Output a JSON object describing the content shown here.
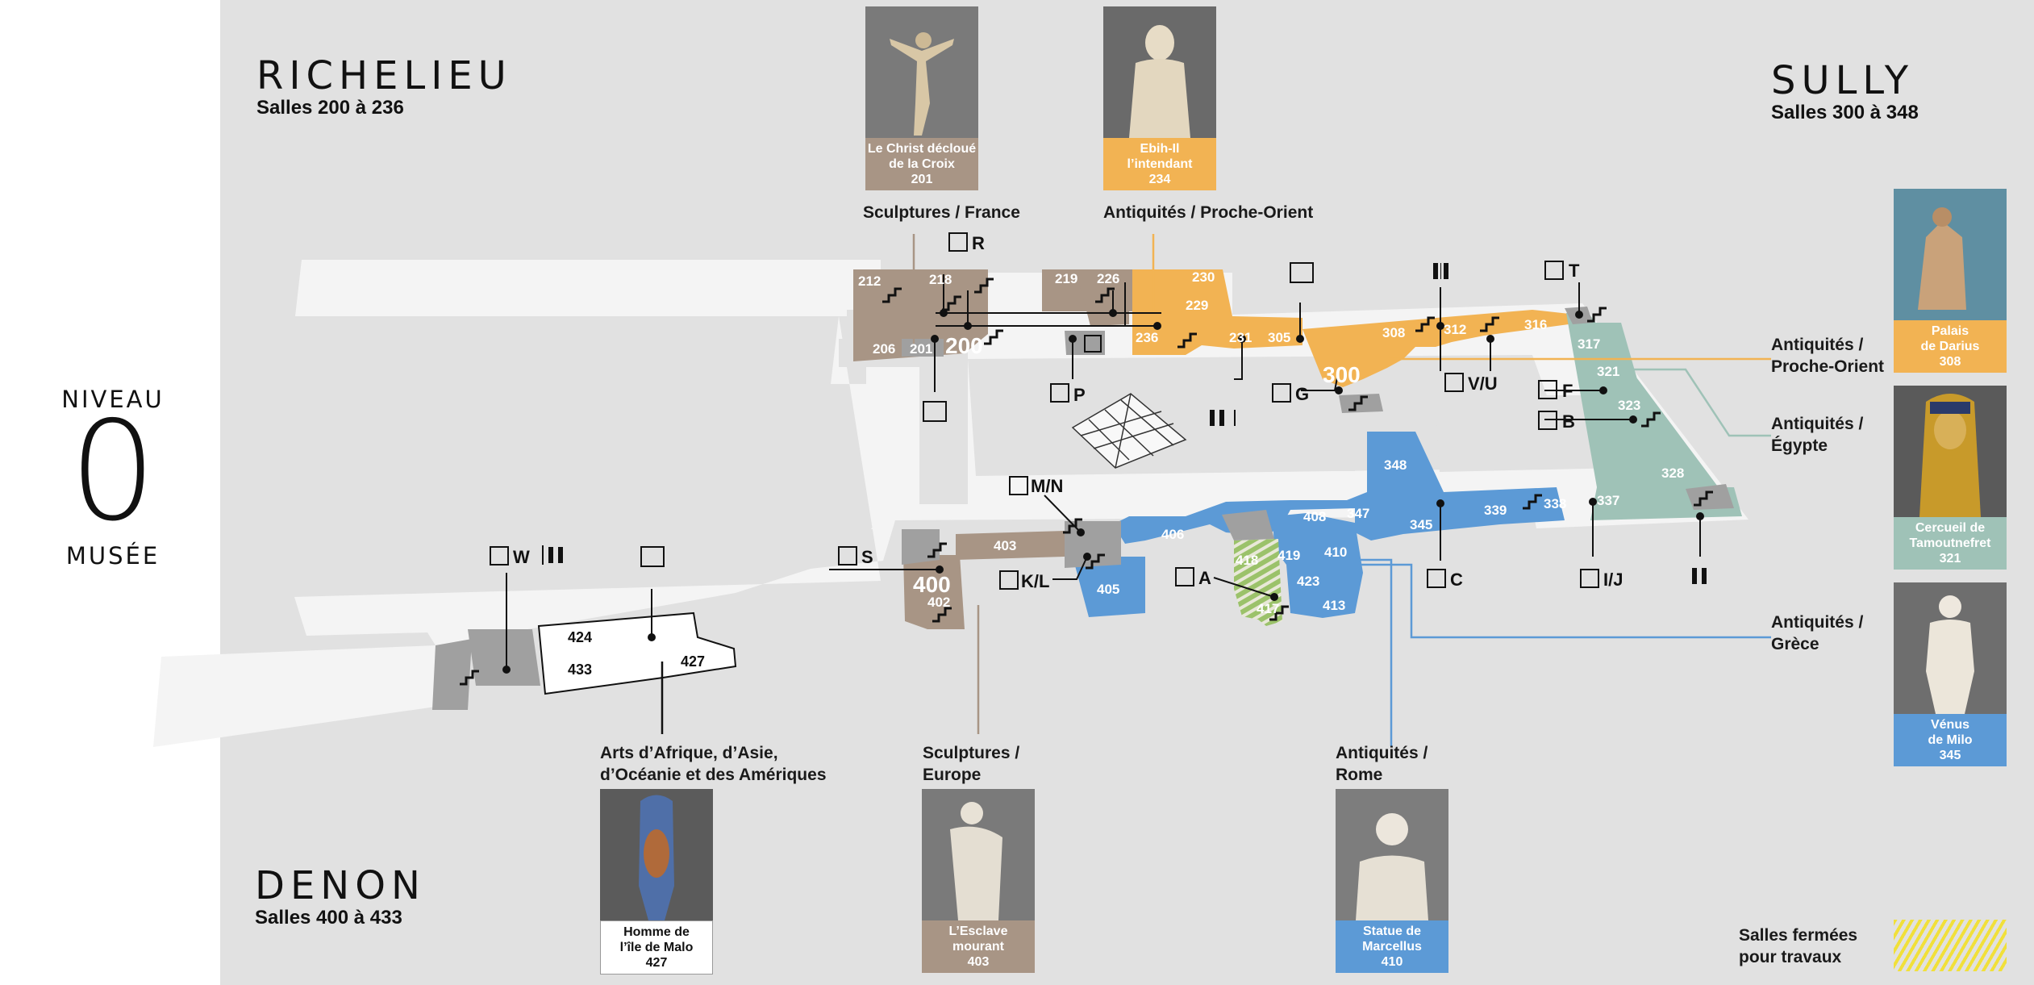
{
  "level": {
    "top": "NIVEAU",
    "number": "0",
    "bottom": "MUSÉE"
  },
  "wings": {
    "richelieu": {
      "name": "RICHELIEU",
      "rooms": "Salles 200 à 236"
    },
    "sully": {
      "name": "SULLY",
      "rooms": "Salles 300 à 348"
    },
    "denon": {
      "name": "DENON",
      "rooms": "Salles 400 à 433"
    }
  },
  "collections": {
    "sculptures_france": "Sculptures / France",
    "antiquites_proche_orient_top": "Antiquités / Proche-Orient",
    "antiquites_proche_orient": [
      "Antiquités /",
      "Proche-Orient"
    ],
    "antiquites_egypte": [
      "Antiquités /",
      "Égypte"
    ],
    "antiquites_grece": [
      "Antiquités /",
      "Grèce"
    ],
    "arts_afrique": [
      "Arts d’Afrique, d’Asie,",
      "d’Océanie et des Amériques"
    ],
    "sculptures_europe": [
      "Sculptures /",
      "Europe"
    ],
    "antiquites_rome": [
      "Antiquités /",
      "Rome"
    ]
  },
  "artworks": [
    {
      "id": "christ",
      "lines": [
        "Le Christ décloué",
        "de la Croix"
      ],
      "room": "201",
      "color": "#a89585"
    },
    {
      "id": "ebih",
      "lines": [
        "Ebih-Il",
        "l’intendant"
      ],
      "room": "234",
      "color": "#f2b353"
    },
    {
      "id": "darius",
      "lines": [
        "Palais",
        "de Darius"
      ],
      "room": "308",
      "color": "#f2b353"
    },
    {
      "id": "tamoutnefret",
      "lines": [
        "Cercueil de",
        "Tamoutnefret"
      ],
      "room": "321",
      "color": "#9fc2b7"
    },
    {
      "id": "venus",
      "lines": [
        "Vénus",
        "de Milo"
      ],
      "room": "345",
      "color": "#5c9ad6"
    },
    {
      "id": "malo",
      "lines": [
        "Homme de",
        "l’île de Malo"
      ],
      "room": "427",
      "color": "#ffffff"
    },
    {
      "id": "esclave",
      "lines": [
        "L’Esclave",
        "mourant"
      ],
      "room": "403",
      "color": "#a89585"
    },
    {
      "id": "marcellus",
      "lines": [
        "Statue de",
        "Marcellus"
      ],
      "room": "410",
      "color": "#5c9ad6"
    }
  ],
  "access_points": {
    "R": "R",
    "P": "P",
    "G": "G",
    "T": "T",
    "V_U": "V/U",
    "F": "F",
    "B": "B",
    "M_N": "M/N",
    "S": "S",
    "K_L": "K/L",
    "A": "A",
    "C": "C",
    "I_J": "I/J",
    "W": "W"
  },
  "rooms": {
    "r212": "212",
    "r218": "218",
    "r206": "206",
    "r201": "201",
    "r200": "200",
    "r219": "219",
    "r226": "226",
    "r230": "230",
    "r229": "229",
    "r236": "236",
    "r231": "231",
    "r305": "305",
    "r300": "300",
    "r308": "308",
    "r312": "312",
    "r316": "316",
    "r317": "317",
    "r321": "321",
    "r323": "323",
    "r328": "328",
    "r348": "348",
    "r345": "345",
    "r339": "339",
    "r338": "338",
    "r337": "337",
    "r347": "347",
    "r408": "408",
    "r406": "406",
    "r403": "403",
    "r400": "400",
    "r402": "402",
    "r405": "405",
    "r418": "418",
    "r419": "419",
    "r410": "410",
    "r417": "417",
    "r423": "423",
    "r413": "413",
    "r424": "424",
    "r433": "433",
    "r427": "427"
  },
  "legend": {
    "closed_rooms": [
      "Salles fermées",
      "pour travaux"
    ]
  },
  "colors": {
    "richelieu_sculpture": "#a89585",
    "proche_orient": "#f2b353",
    "egypte": "#9fc2b7",
    "grece_rome": "#5c9ad6",
    "closed": "#f1e03a",
    "services": "#a0a0a0"
  },
  "icons": [
    "elevator-icon",
    "stairs-icon",
    "toilets-icon",
    "wheelchair-icon",
    "baby-change-icon",
    "pyramid-icon"
  ]
}
